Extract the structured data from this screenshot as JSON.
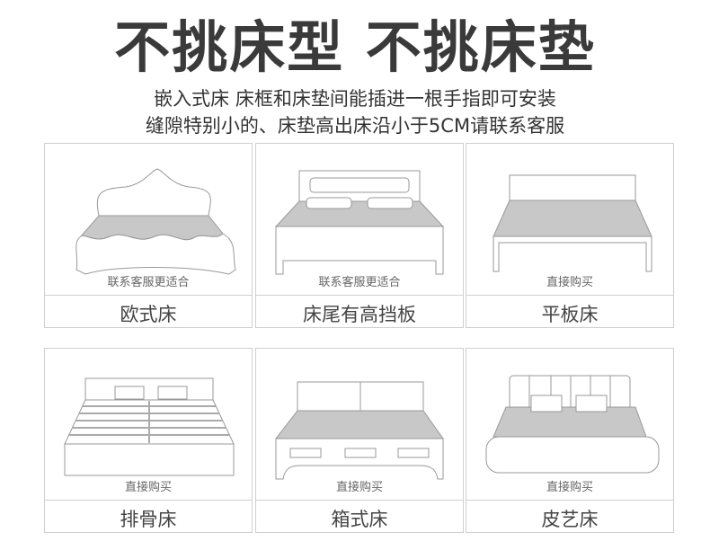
{
  "title": "不挑床型 不挑床垫",
  "subtitle_lines": [
    "嵌入式床 床框和床垫间能插进一根手指即可安装",
    "缝隙特别小的、床垫高出床沿小于5CM请联系客服"
  ],
  "cards": [
    {
      "hint": "联系客服更适合",
      "name": "欧式床",
      "icon": "european-bed-icon"
    },
    {
      "hint": "联系客服更适合",
      "name": "床尾有高挡板",
      "icon": "high-footboard-bed-icon"
    },
    {
      "hint": "直接购买",
      "name": "平板床",
      "icon": "platform-bed-icon"
    },
    {
      "hint": "直接购买",
      "name": "排骨床",
      "icon": "slat-bed-icon"
    },
    {
      "hint": "直接购买",
      "name": "箱式床",
      "icon": "storage-bed-icon"
    },
    {
      "hint": "直接购买",
      "name": "皮艺床",
      "icon": "leather-bed-icon"
    }
  ]
}
